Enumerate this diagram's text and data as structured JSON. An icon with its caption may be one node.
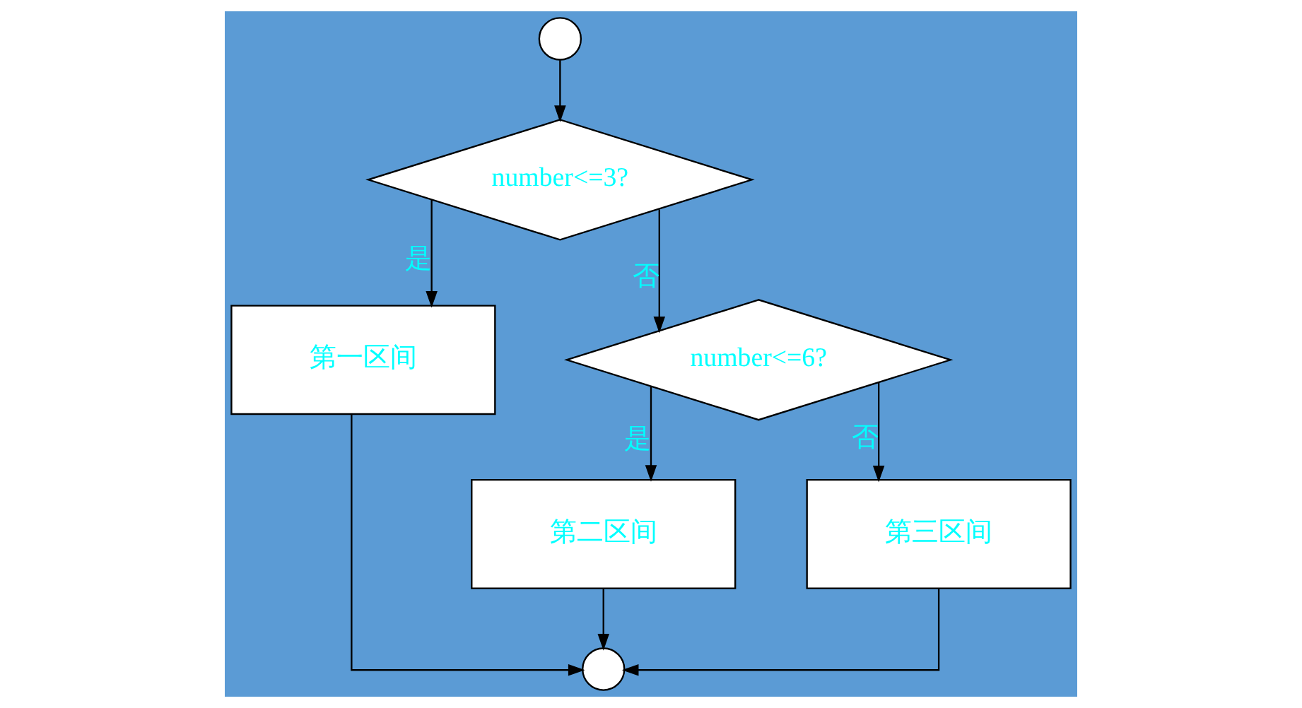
{
  "diagram": {
    "nodes": [
      {
        "text": [],
        "shape": "circle"
      },
      {
        "text": [
          "number<=3?"
        ]
      },
      {
        "text": [
          "第一区间"
        ]
      },
      {
        "text": [
          "number<=6?"
        ]
      },
      {
        "text": [
          "第二区间"
        ]
      },
      {
        "text": [
          "第三区间"
        ]
      },
      {
        "text": [],
        "shape": "circle"
      }
    ],
    "edges": [
      {
        "from": 0,
        "to": 1,
        "arrow": "to"
      },
      {
        "from": 1,
        "to": 2,
        "arrow": "to",
        "label": "是"
      },
      {
        "from": 1,
        "to": 3,
        "arrow": "to",
        "label": "否"
      },
      {
        "from": 3,
        "to": 4,
        "arrow": "to",
        "label": "是"
      },
      {
        "from": 3,
        "to": 5,
        "arrow": "to",
        "label": "否"
      },
      {
        "from": 2,
        "to": 6,
        "arrow": "to"
      },
      {
        "from": 4,
        "to": 6,
        "arrow": "to"
      },
      {
        "from": 5,
        "to": 6,
        "arrow": "to"
      }
    ]
  }
}
